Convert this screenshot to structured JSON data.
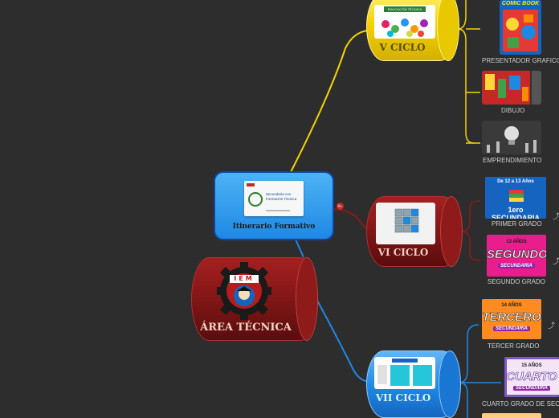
{
  "root": {
    "label": "ÁREA TÉCNICA",
    "logo_text": "IEM"
  },
  "main": {
    "label": "Itinerario Formativo",
    "card_line1": "Secundaria con",
    "card_line2": "Formación Técnica"
  },
  "cycles": {
    "v": {
      "label": "V CICLO",
      "banner": "EDUCACIÓN TÉCNICA"
    },
    "vi": {
      "label": "VI CICLO",
      "badge": "9+"
    },
    "vii": {
      "label": "VII CICLO"
    }
  },
  "v_items": [
    {
      "label": "PRESENTADOR GRAFICO",
      "art": "COMIC BOOK"
    },
    {
      "label": "DIBUJO"
    },
    {
      "label": "EMPRENDIMIENTO"
    }
  ],
  "vi_items": [
    {
      "label": "PRIMER GRADO",
      "age": "De 12 a 13 Años",
      "word": "1ero SECUNDARIA"
    },
    {
      "label": "SEGUNDO GRADO",
      "age": "13 AÑOS",
      "word": "SEGUNDO",
      "level": "SECUNDARIA"
    }
  ],
  "vii_items": [
    {
      "label": "TERCER GRADO",
      "age": "14 AÑOS",
      "word": "TERCERO",
      "level": "SECUNDARIA"
    },
    {
      "label": "CUARTO GRADO DE SEC",
      "age": "15 AÑOS",
      "word": "CUARTO",
      "level": "SECUNDARIA"
    }
  ],
  "link_icon": "link-icon",
  "colors": {
    "background": "#2d2d2d",
    "v_branch": "#f5d300",
    "vi_branch": "#8b1a1a",
    "vii_branch": "#1e88e5",
    "main_node": "#2196f3",
    "root_node": "#8b1a1a"
  }
}
